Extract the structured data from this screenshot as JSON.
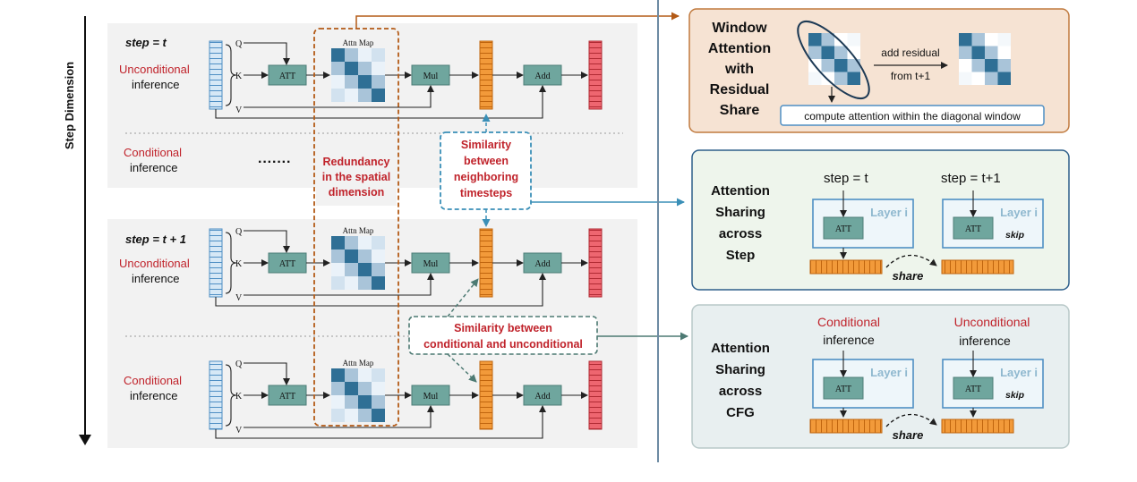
{
  "step_axis_label": "Step Dimension",
  "step_t": {
    "label": "step = t",
    "uncond_label_1": "Unconditional",
    "uncond_label_2": "inference",
    "cond_label_1": "Conditional",
    "cond_label_2": "inference",
    "ellipsis": "·······"
  },
  "step_t1": {
    "label": "step = t + 1",
    "uncond_label_1": "Unconditional",
    "uncond_label_2": "inference",
    "cond_label_1": "Conditional",
    "cond_label_2": "inference"
  },
  "blocks": {
    "q": "Q",
    "k": "K",
    "v": "V",
    "att": "ATT",
    "mul": "Mul",
    "add": "Add",
    "attn_map": "Attn Map"
  },
  "callouts": {
    "redundancy": [
      "Redundancy",
      "in the spatial",
      "dimension"
    ],
    "similarity_steps": [
      "Similarity",
      "between",
      "neighboring",
      "timesteps"
    ],
    "similarity_cfg": [
      "Similarity between",
      "conditional and unconditional"
    ]
  },
  "panel_window": {
    "title": [
      "Window",
      "Attention",
      "with",
      "Residual",
      "Share"
    ],
    "add_residual": "add residual",
    "from_t1": "from t+1",
    "compute_note": "compute attention within the diagonal window"
  },
  "panel_step": {
    "title": [
      "Attention",
      "Sharing",
      "across",
      "Step"
    ],
    "left_label": "step = t",
    "right_label": "step = t+1",
    "layer": "Layer i",
    "att": "ATT",
    "skip": "skip",
    "share": "share"
  },
  "panel_cfg": {
    "title": [
      "Attention",
      "Sharing",
      "across",
      "CFG"
    ],
    "left_label_1": "Conditional",
    "left_label_2": "inference",
    "right_label_1": "Unconditional",
    "right_label_2": "inference",
    "layer": "Layer i",
    "att": "ATT",
    "skip": "skip",
    "share": "share"
  },
  "colors": {
    "orange_bar": "#f08a24",
    "red_bar": "#e8505b",
    "blue_bar": "#c6dff3",
    "teal_block": "#6fa69e",
    "panel_orange_bg": "#f6e3d3",
    "panel_green_bg": "#eef5ec",
    "panel_gray_bg": "#e8eff0",
    "callout_orange": "#b35a16",
    "callout_blue": "#3a8fb7"
  }
}
